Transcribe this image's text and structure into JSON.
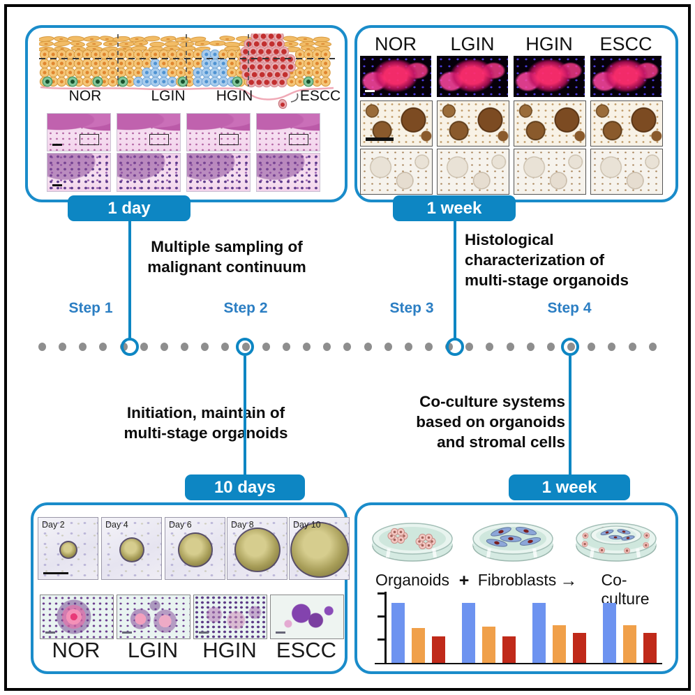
{
  "panel_tissue": {
    "badge": "1 day",
    "stages": [
      "NOR",
      "LGIN",
      "HGIN",
      "ESCC"
    ]
  },
  "panel_histo": {
    "badge": "1 week",
    "columns": [
      "NOR",
      "LGIN",
      "HGIN",
      "ESCC"
    ]
  },
  "panel_growth": {
    "badge": "10 days",
    "days": [
      "Day 2",
      "Day 4",
      "Day 6",
      "Day 8",
      "Day 10"
    ],
    "stages": [
      "NOR",
      "LGIN",
      "HGIN",
      "ESCC"
    ]
  },
  "panel_coculture": {
    "badge": "1 week",
    "label_organoids": "Organoids",
    "plus": "+",
    "label_fibroblasts": "Fibroblasts",
    "arrow": "→",
    "label_coculture": "Co-culture"
  },
  "steps": [
    {
      "label": "Step 1"
    },
    {
      "label": "Step 2"
    },
    {
      "label": "Step 3"
    },
    {
      "label": "Step 4"
    }
  ],
  "captions": {
    "sampling": "Multiple sampling of\nmalignant continuum",
    "histological": "Histological\ncharacterization of\nmulti-stage organoids",
    "initiation": "Initiation, maintain of\nmulti-stage organoids",
    "coculture": "Co-culture systems\nbased on organoids\nand stromal cells"
  },
  "timeline": {
    "dot_count": 31
  },
  "colors": {
    "accent_blue": "#0d86c3",
    "panel_border": "#1a8cca",
    "step_text": "#2b7ec3",
    "timeline_dot": "#8e8e8e",
    "bar_blue": "#6d93f0",
    "bar_orange": "#f0a04a",
    "bar_red": "#c02a1a"
  },
  "chart_data": {
    "type": "bar",
    "title": "",
    "xlabel": "",
    "ylabel": "",
    "categories": [
      "",
      "",
      "",
      ""
    ],
    "series": [
      {
        "name": "blue",
        "color": "#6d93f0",
        "values": [
          86,
          86,
          86,
          86
        ]
      },
      {
        "name": "orange",
        "color": "#f0a04a",
        "values": [
          50,
          52,
          54,
          54
        ]
      },
      {
        "name": "red",
        "color": "#c02a1a",
        "values": [
          38,
          38,
          43,
          43
        ]
      }
    ],
    "ylim": [
      0,
      100
    ],
    "yticks": [
      34,
      67,
      100
    ],
    "tick_labels_visible": false,
    "legend": false,
    "grid": false
  }
}
